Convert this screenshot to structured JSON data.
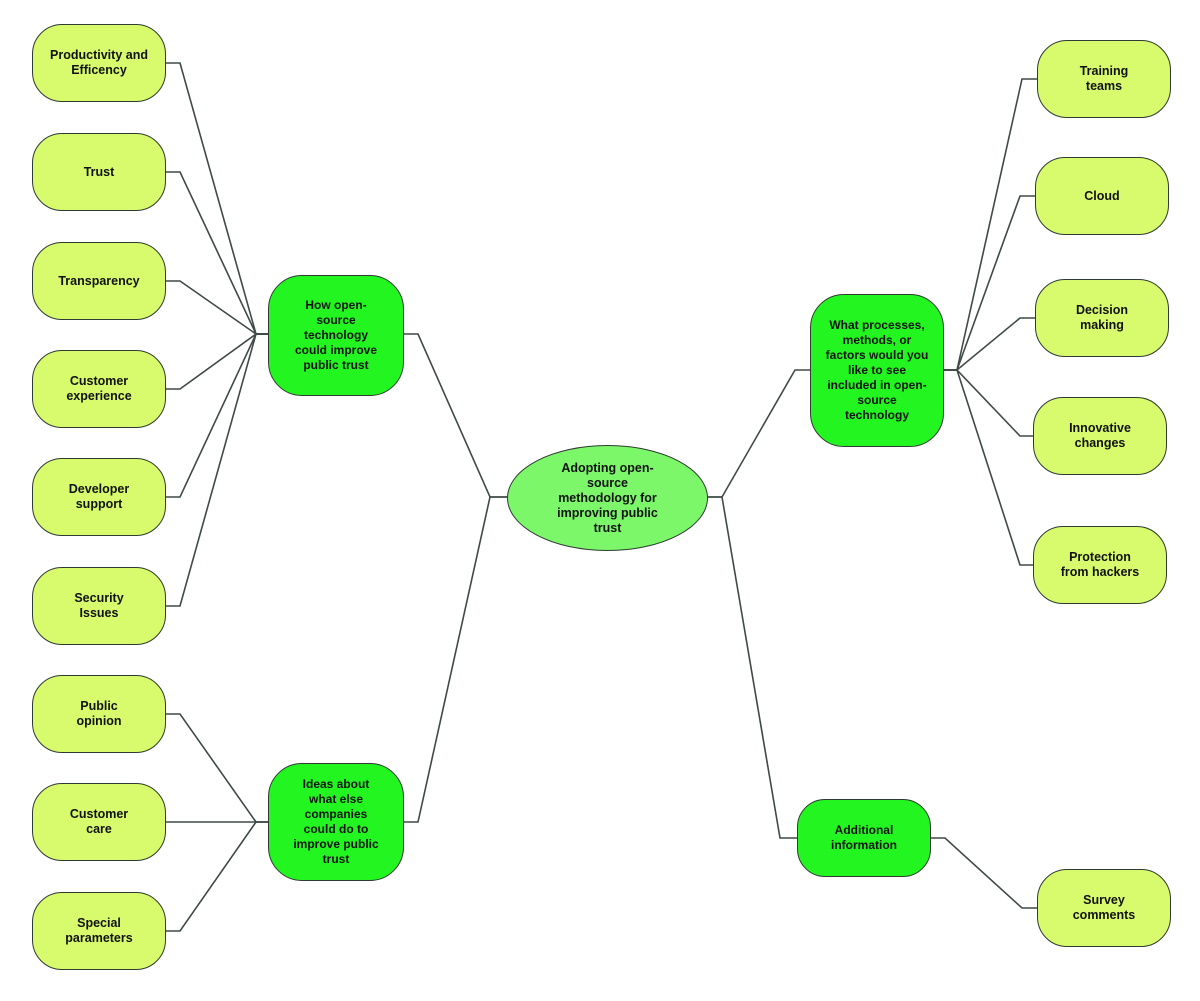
{
  "colors": {
    "leaf": "#d7fb6c",
    "branch": "#22f51f",
    "center": "#7cf76a",
    "line": "#3f4a44"
  },
  "center": {
    "label": "Adopting open-source methodology for improving public trust"
  },
  "branches": {
    "public_trust": {
      "label": "How open-source technology could improve public trust",
      "children": [
        "Productivity and Efficency",
        "Trust",
        "Transparency",
        "Customer experience",
        "Developer support",
        "Security Issues"
      ]
    },
    "companies": {
      "label": "Ideas about what else companies could do to improve public trust",
      "children": [
        "Public opinion",
        "Customer care",
        "Special parameters"
      ]
    },
    "processes": {
      "label": "What processes, methods, or factors would you like to see included in open-source technology",
      "children": [
        "Training teams",
        "Cloud",
        "Decision making",
        "Innovative changes",
        "Protection from hackers"
      ]
    },
    "additional": {
      "label": "Additional information",
      "children": [
        "Survey comments"
      ]
    }
  }
}
